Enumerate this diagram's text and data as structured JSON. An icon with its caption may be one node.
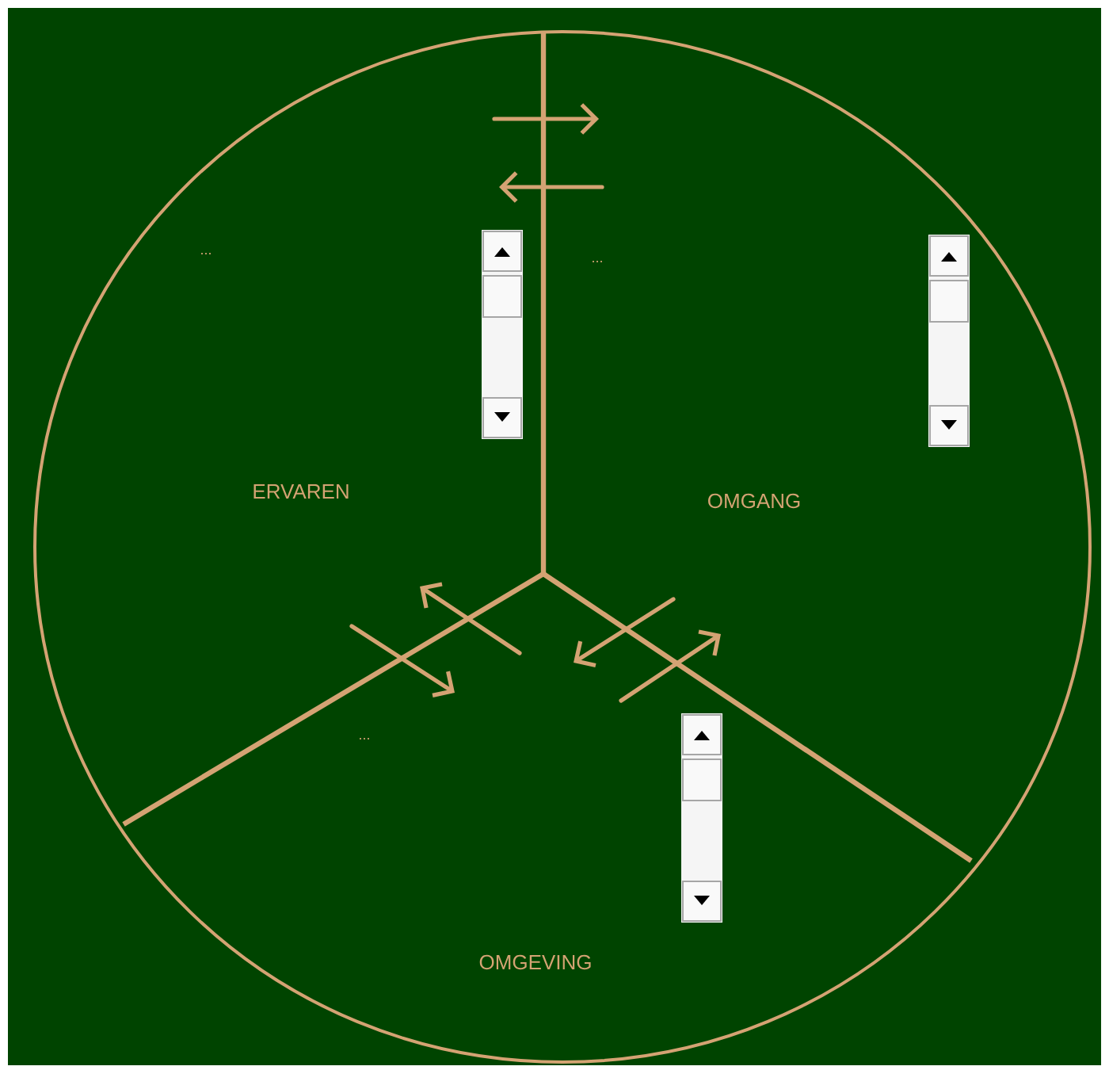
{
  "diagram": {
    "nodes": [
      {
        "text": [
          "ERVAREN"
        ]
      },
      {
        "text": [
          "OMGANG"
        ]
      },
      {
        "text": [
          "OMGEVING"
        ]
      }
    ],
    "labels": [
      "...",
      "...",
      "..."
    ]
  }
}
